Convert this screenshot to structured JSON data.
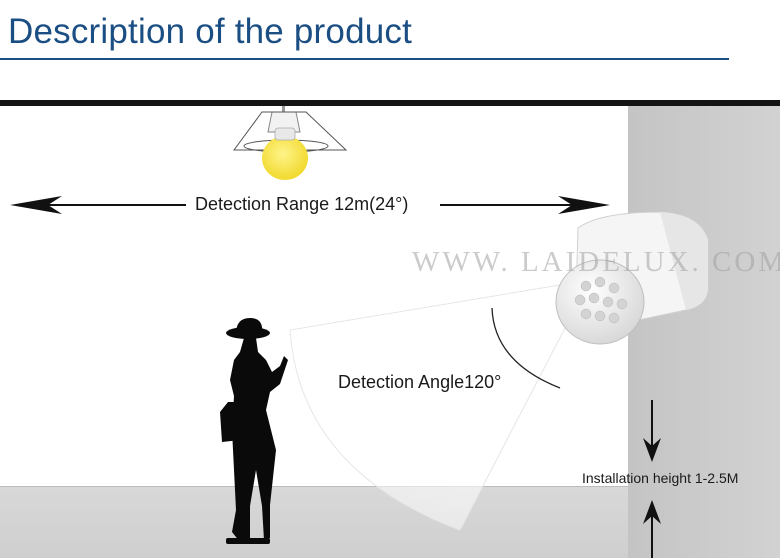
{
  "header": {
    "title": "Description of the product"
  },
  "annotations": {
    "detection_range": "Detection Range 12m(24°)",
    "detection_angle": "Detection Angle120°",
    "installation_height": "Installation height 1-2.5M"
  },
  "watermark": "WWW. LAIDELUX. COM",
  "colors": {
    "header_blue": "#1b4f83",
    "bulb_yellow": "#f7e34a",
    "wall_gray": "#c8c8c8",
    "floor_gray": "#d9d9d9"
  },
  "icons": {
    "lamp": "pendant-lamp-icon",
    "sensor": "pir-motion-sensor-icon",
    "person": "person-silhouette-icon"
  }
}
